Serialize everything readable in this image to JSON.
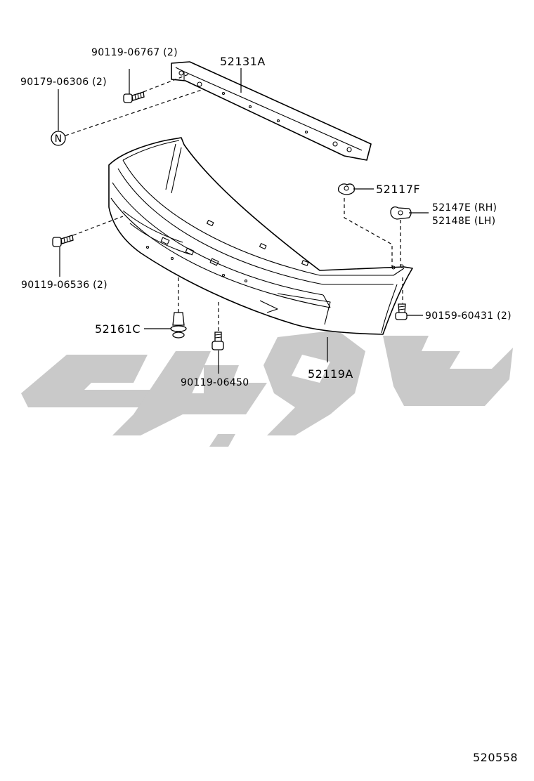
{
  "parts": {
    "reinforcement": "52131A",
    "bumper_cover": "52119A",
    "retainer_top": "52117F",
    "support_rh": "52147E (RH)",
    "support_lh": "52148E (LH)",
    "clip": "52161C",
    "bolt_top": "90119-06767 (2)",
    "nut": "90179-06306 (2)",
    "bolt_side": "90119-06536 (2)",
    "screw_right": "90159-60431 (2)",
    "bolt_bottom": "90119-06450"
  },
  "nut_symbol": "N",
  "diagram_number": "520558",
  "colors": {
    "line": "#000000",
    "watermark": "#c9c9c9",
    "background": "#ffffff"
  }
}
